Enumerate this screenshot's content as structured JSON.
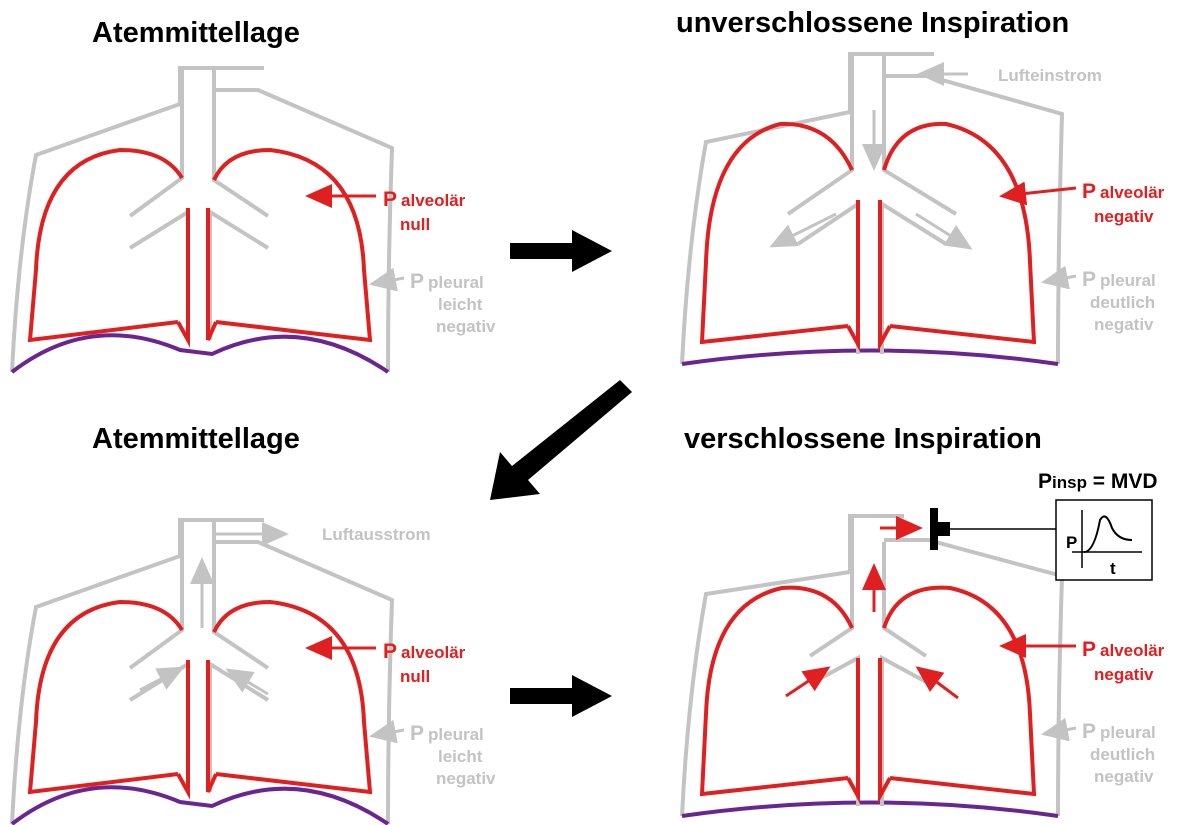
{
  "colors": {
    "alveolar": "#e02020",
    "pleural": "#c3c3c3",
    "diaphragm": "#6b2590",
    "airway": "#c3c3c3",
    "arrow": "#000000"
  },
  "panels": [
    {
      "title": "Atemmittellage",
      "alveolar": {
        "symbol": "P",
        "sub": "alveolär",
        "state": "null"
      },
      "pleural": {
        "symbol": "P",
        "sub": "pleural",
        "state1": "leicht",
        "state2": "negativ"
      },
      "flow": ""
    },
    {
      "title": "unverschlossene Inspiration",
      "alveolar": {
        "symbol": "P",
        "sub": "alveolär",
        "state": "negativ"
      },
      "pleural": {
        "symbol": "P",
        "sub": "pleural",
        "state1": "deutlich",
        "state2": "negativ"
      },
      "flow": "Lufteinstrom"
    },
    {
      "title": "Atemmittellage",
      "alveolar": {
        "symbol": "P",
        "sub": "alveolär",
        "state": "null"
      },
      "pleural": {
        "symbol": "P",
        "sub": "pleural",
        "state1": "leicht",
        "state2": "negativ"
      },
      "flow": "Luftausstrom"
    },
    {
      "title": "verschlossene Inspiration",
      "alveolar": {
        "symbol": "P",
        "sub": "alveolär",
        "state": "negativ"
      },
      "pleural": {
        "symbol": "P",
        "sub": "pleural",
        "state1": "deutlich",
        "state2": "negativ"
      },
      "flow": ""
    }
  ],
  "measurement": {
    "label_symbol": "P",
    "label_sub": "insp",
    "label_rest": " = MVD",
    "graph_y": "P",
    "graph_x": "t"
  }
}
